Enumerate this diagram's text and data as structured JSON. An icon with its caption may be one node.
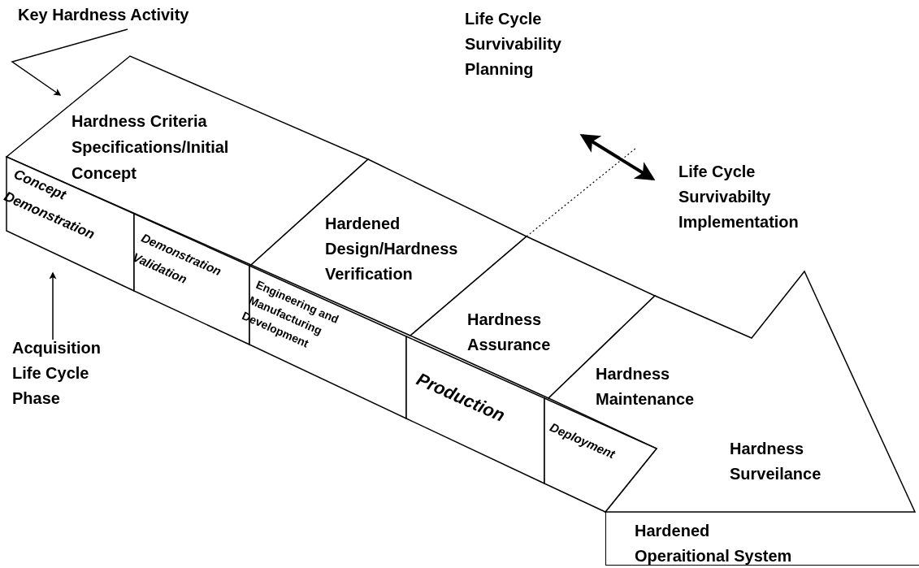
{
  "diagram": {
    "nodes": [
      {
        "text": [
          "Key Hardness Activity"
        ]
      },
      {
        "text": [
          "Life Cycle Survivability Planning"
        ]
      },
      {
        "text": [
          "Life Cycle Survivabilty Implementation"
        ]
      },
      {
        "text": [
          "Hardness Criteria Specifications/Initial Concept"
        ]
      },
      {
        "text": [
          "Hardened Design/Hardness Verification"
        ]
      },
      {
        "text": [
          "Hardness Assurance"
        ]
      },
      {
        "text": [
          "Hardness Maintenance",
          "Hardness Surveilance"
        ]
      },
      {
        "text": [
          "Concept Demonstration"
        ]
      },
      {
        "text": [
          "Demonstration Validation"
        ]
      },
      {
        "text": [
          "Engineering and Manufacturing Development"
        ]
      },
      {
        "text": [
          "Production"
        ]
      },
      {
        "text": [
          "Deployment"
        ]
      },
      {
        "text": [
          "Acquisition Life Cycle Phase"
        ]
      },
      {
        "text": [
          "Hardened Operaitional System"
        ]
      }
    ],
    "edges": [
      {
        "from": 0,
        "to": 3,
        "arrow": "to"
      },
      {
        "from": 1,
        "to": 2,
        "arrow": "both",
        "style": "thick"
      },
      {
        "from": 12,
        "to": 7,
        "arrow": "to"
      }
    ]
  }
}
